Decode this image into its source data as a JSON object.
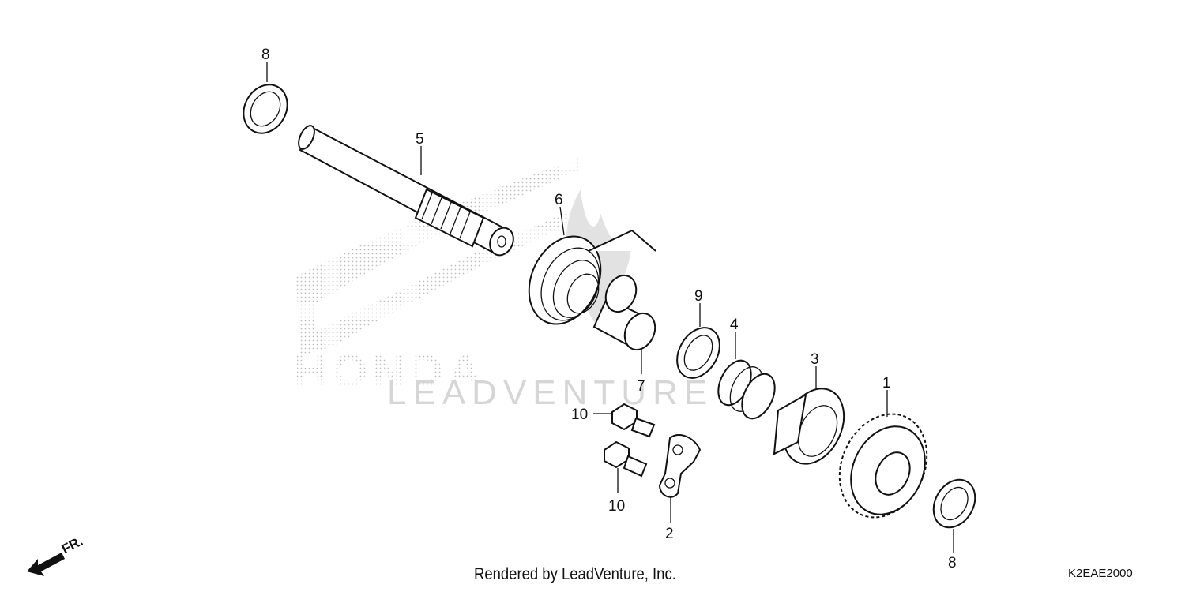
{
  "diagram": {
    "callouts": [
      {
        "id": "washer-top",
        "label": "8"
      },
      {
        "id": "shaft",
        "label": "5"
      },
      {
        "id": "spring",
        "label": "6"
      },
      {
        "id": "collar",
        "label": "7"
      },
      {
        "id": "washer-mid",
        "label": "9"
      },
      {
        "id": "small-spring",
        "label": "4"
      },
      {
        "id": "ratchet",
        "label": "3"
      },
      {
        "id": "gear",
        "label": "1"
      },
      {
        "id": "bolt-upper",
        "label": "10"
      },
      {
        "id": "bolt-lower",
        "label": "10"
      },
      {
        "id": "guide-plate",
        "label": "2"
      },
      {
        "id": "washer-bottom",
        "label": "8"
      }
    ],
    "watermark": {
      "brand": "HONDA",
      "vendor": "LEADVENTURE"
    },
    "front_marker": "FR.",
    "footer": {
      "credit": "Rendered by LeadVenture, Inc.",
      "code": "K2EAE2000"
    }
  }
}
